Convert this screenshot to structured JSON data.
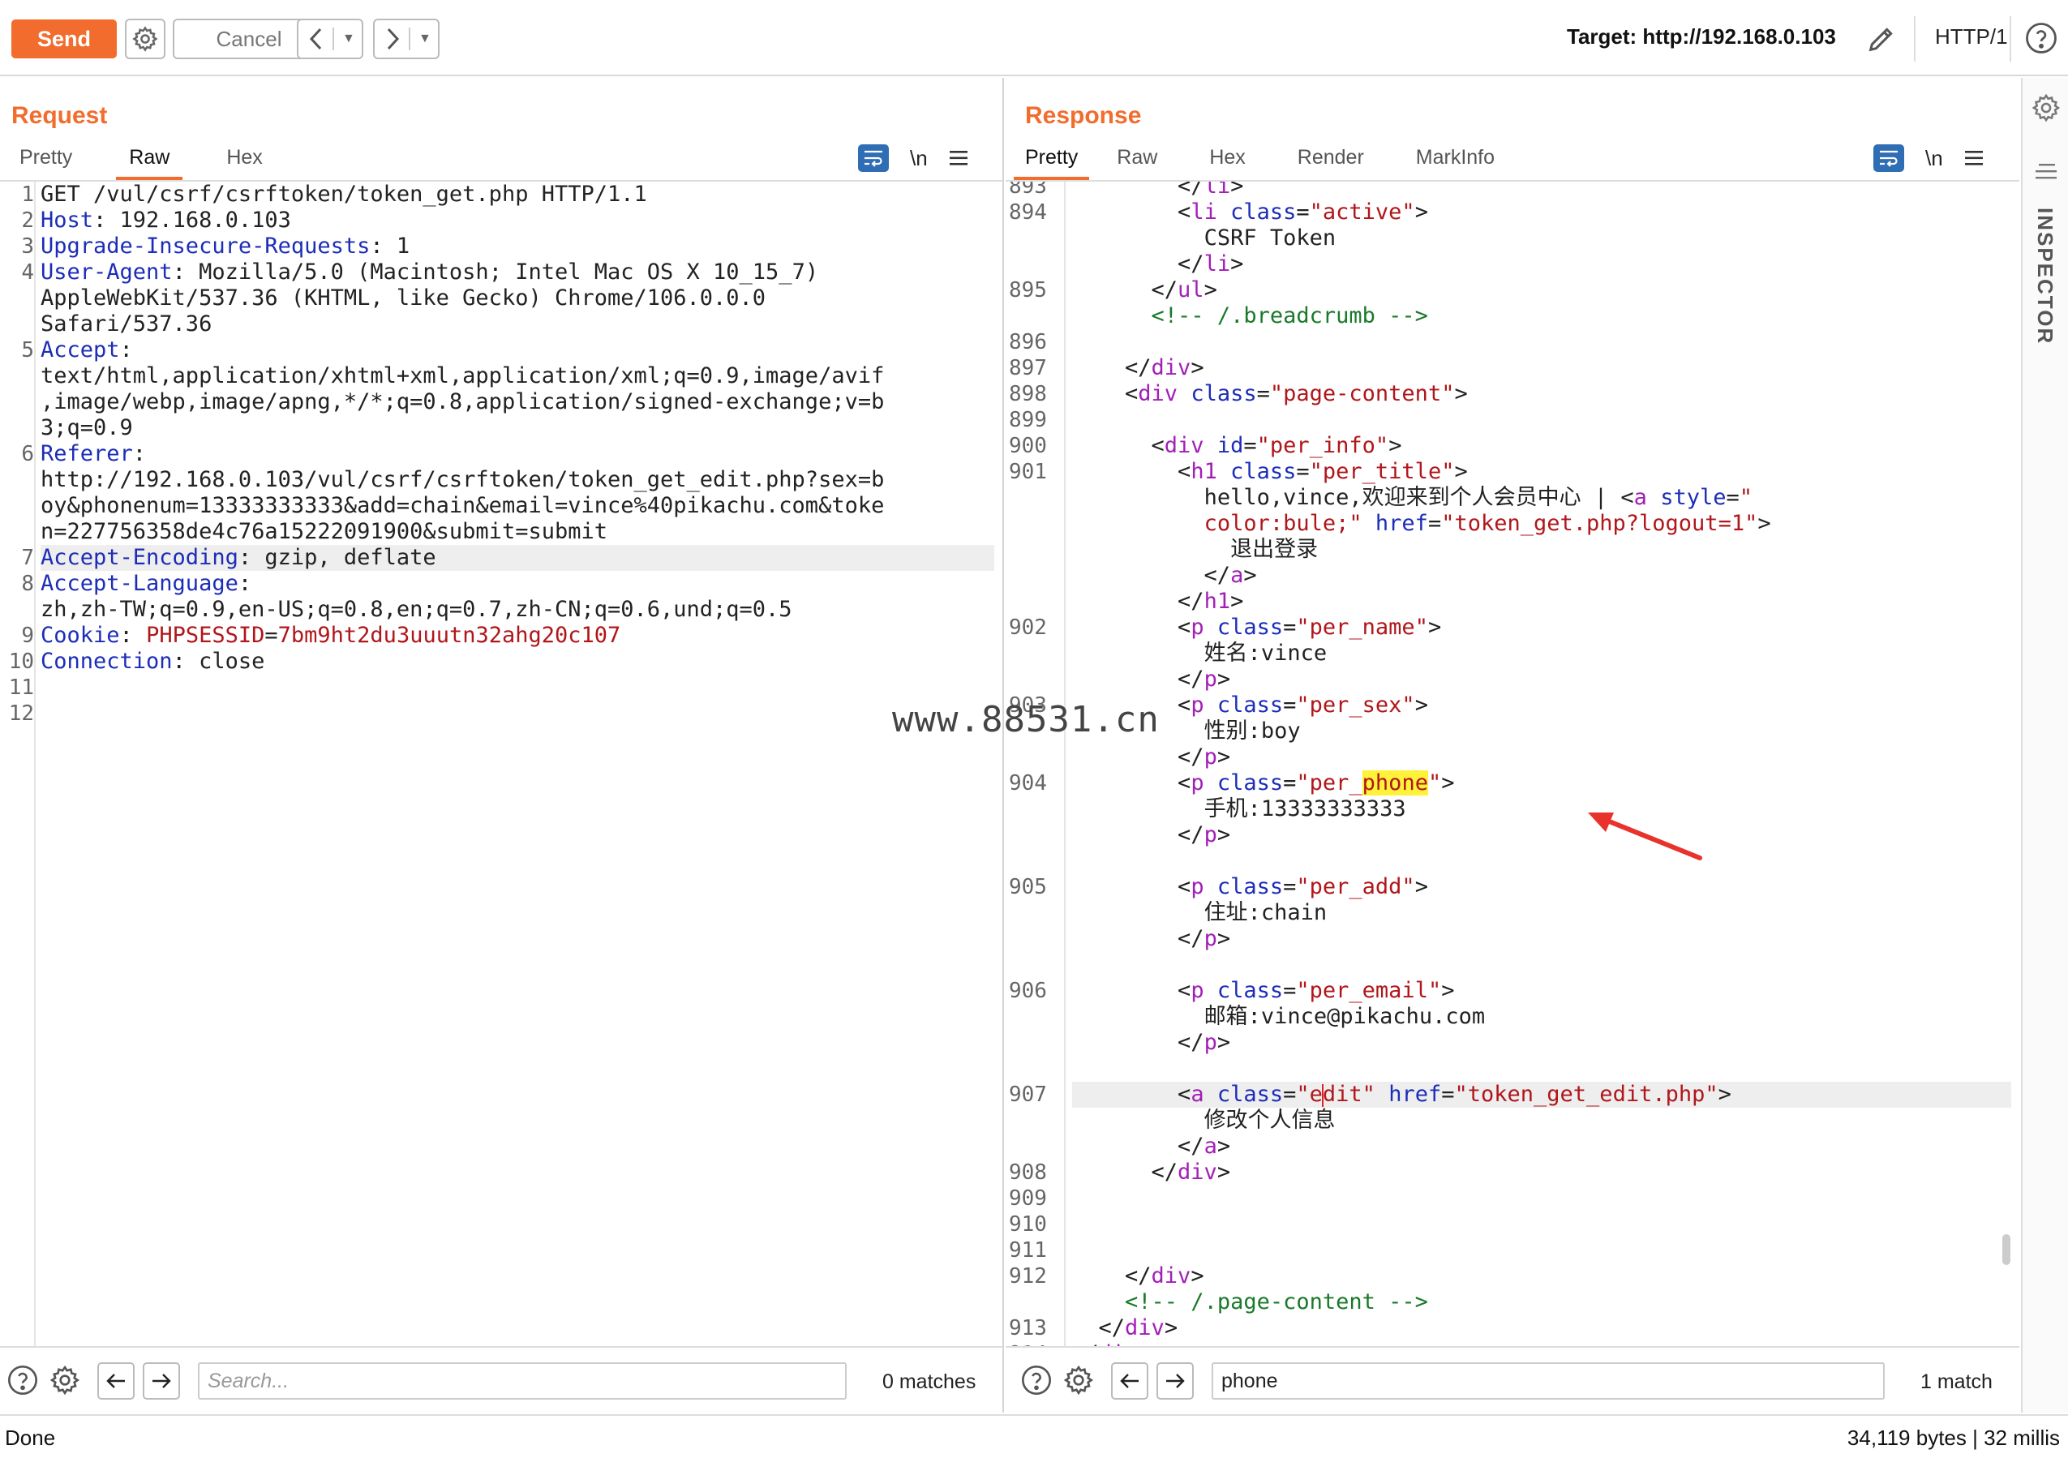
{
  "toolbar": {
    "send_label": "Send",
    "cancel_label": "Cancel",
    "target_label": "Target: http://192.168.0.103",
    "http_version": "HTTP/1"
  },
  "request": {
    "title": "Request",
    "tabs": [
      "Pretty",
      "Raw",
      "Hex"
    ],
    "active_tab": "Raw",
    "newline_toggle": "\\n",
    "search_placeholder": "Search...",
    "match_count": "0 matches",
    "lines": [
      {
        "n": "1",
        "rows": [
          "GET /vul/csrf/csrftoken/token_get.php HTTP/1.1"
        ]
      },
      {
        "n": "2",
        "key": "Host",
        "rows": [
          ": 192.168.0.103"
        ]
      },
      {
        "n": "3",
        "key": "Upgrade-Insecure-Requests",
        "rows": [
          ": 1"
        ]
      },
      {
        "n": "4",
        "key": "User-Agent",
        "rows": [
          ": Mozilla/5.0 (Macintosh; Intel Mac OS X 10_15_7)",
          "AppleWebKit/537.36 (KHTML, like Gecko) Chrome/106.0.0.0",
          "Safari/537.36"
        ]
      },
      {
        "n": "5",
        "key": "Accept",
        "rows": [
          ":",
          "text/html,application/xhtml+xml,application/xml;q=0.9,image/avif",
          ",image/webp,image/apng,*/*;q=0.8,application/signed-exchange;v=b",
          "3;q=0.9"
        ]
      },
      {
        "n": "6",
        "key": "Referer",
        "rows": [
          ":",
          "http://192.168.0.103/vul/csrf/csrftoken/token_get_edit.php?sex=b",
          "oy&phonenum=13333333333&add=chain&email=vince%40pikachu.com&toke",
          "n=227756358de4c76a15222091900&submit=submit"
        ]
      },
      {
        "n": "7",
        "key": "Accept-Encoding",
        "rows": [
          ": gzip, deflate"
        ],
        "highlight": true
      },
      {
        "n": "8",
        "key": "Accept-Language",
        "rows": [
          ":",
          "zh,zh-TW;q=0.9,en-US;q=0.8,en;q=0.7,zh-CN;q=0.6,und;q=0.5"
        ]
      },
      {
        "n": "9",
        "key": "Cookie",
        "cookie_name": "PHPSESSID",
        "cookie_value": "7bm9ht2du3uuutn32ahg20c107",
        "rows": [
          ": "
        ]
      },
      {
        "n": "10",
        "key": "Connection",
        "rows": [
          ": close"
        ]
      },
      {
        "n": "11",
        "rows": [
          ""
        ]
      },
      {
        "n": "12",
        "rows": [
          ""
        ]
      }
    ]
  },
  "response": {
    "title": "Response",
    "tabs": [
      "Pretty",
      "Raw",
      "Hex",
      "Render",
      "MarkInfo"
    ],
    "active_tab": "Pretty",
    "newline_toggle": "\\n",
    "search_value": "phone",
    "match_count": "1 match",
    "text": {
      "csrf_token": "CSRF Token",
      "hello": "hello,vince,欢迎来到个人会员中心 | ",
      "logout": "退出登录",
      "name": "姓名:vince",
      "sex": "性别:boy",
      "phone": "手机:13333333333",
      "addr": "住址:chain",
      "email": "邮箱:vince@pikachu.com",
      "edit": "修改个人信息",
      "bc_comment": "<!-- /.breadcrumb -->",
      "pc_comment": "<!-- /.page-content -->"
    }
  },
  "inspector": {
    "label": "INSPECTOR"
  },
  "status": {
    "left": "Done",
    "right": "34,119 bytes | 32 millis"
  },
  "watermark": "www.88531.cn",
  "colors": {
    "accent": "#f26d2d",
    "blue_button": "#2f6db5",
    "arrow_red": "#e8322b"
  }
}
